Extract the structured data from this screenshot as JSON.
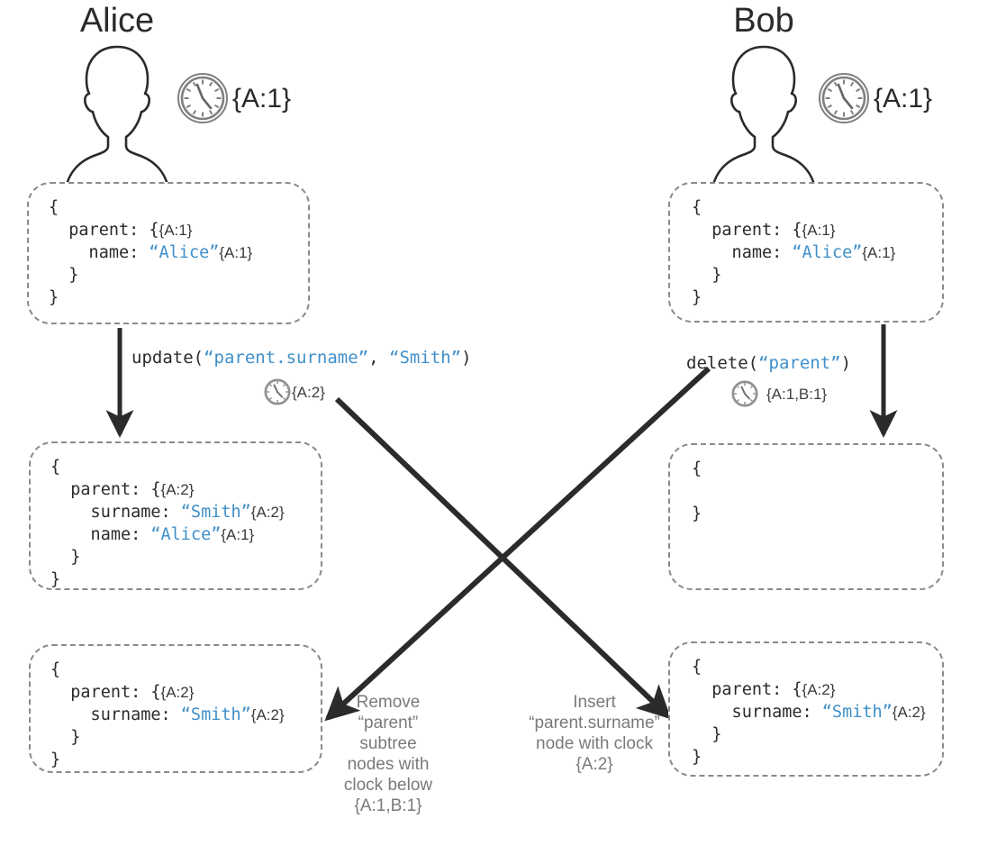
{
  "diagram": {
    "title_alice": "Alice",
    "title_bob": "Bob",
    "colors": {
      "string_blue": "#3f8fc9",
      "box_dash": "#8a8a8a",
      "arrow": "#2b2b2b",
      "annotation_gray": "#7a7a7a",
      "clock_gray": "#808080"
    }
  },
  "alice": {
    "name": "Alice",
    "clock_icon": "clock-icon",
    "clock": "{A:1}",
    "box1": {
      "lines": [
        {
          "indent": 0,
          "text": "{",
          "value": "",
          "clock": ""
        },
        {
          "indent": 1,
          "text": "parent: {",
          "value": "",
          "clock": "{A:1}"
        },
        {
          "indent": 2,
          "text": "name: ",
          "value": "“Alice”",
          "clock": "{A:1}"
        },
        {
          "indent": 1,
          "text": "}",
          "value": "",
          "clock": ""
        },
        {
          "indent": 0,
          "text": "}",
          "value": "",
          "clock": ""
        }
      ]
    },
    "operation": {
      "fn": "update(",
      "arg1": "“parent.surname”",
      "sep": ", ",
      "arg2": "“Smith”",
      "close": ")",
      "clock_icon": "clock-icon",
      "clock": "{A:2}"
    },
    "box2": {
      "lines": [
        {
          "indent": 0,
          "text": "{",
          "value": "",
          "clock": ""
        },
        {
          "indent": 1,
          "text": "parent: {",
          "value": "",
          "clock": "{A:2}"
        },
        {
          "indent": 2,
          "text": "surname: ",
          "value": "“Smith”",
          "clock": "{A:2}"
        },
        {
          "indent": 2,
          "text": "name: ",
          "value": "“Alice”",
          "clock": "{A:1}"
        },
        {
          "indent": 1,
          "text": "}",
          "value": "",
          "clock": ""
        },
        {
          "indent": 0,
          "text": "}",
          "value": "",
          "clock": ""
        }
      ]
    },
    "box3": {
      "lines": [
        {
          "indent": 0,
          "text": "{",
          "value": "",
          "clock": ""
        },
        {
          "indent": 1,
          "text": "parent: {",
          "value": "",
          "clock": "{A:2}"
        },
        {
          "indent": 2,
          "text": "surname: ",
          "value": "“Smith”",
          "clock": "{A:2}"
        },
        {
          "indent": 1,
          "text": "}",
          "value": "",
          "clock": ""
        },
        {
          "indent": 0,
          "text": "}",
          "value": "",
          "clock": ""
        }
      ]
    }
  },
  "bob": {
    "name": "Bob",
    "clock_icon": "clock-icon",
    "clock": "{A:1}",
    "box1": {
      "lines": [
        {
          "indent": 0,
          "text": "{",
          "value": "",
          "clock": ""
        },
        {
          "indent": 1,
          "text": "parent: {",
          "value": "",
          "clock": "{A:1}"
        },
        {
          "indent": 2,
          "text": "name: ",
          "value": "“Alice”",
          "clock": "{A:1}"
        },
        {
          "indent": 1,
          "text": "}",
          "value": "",
          "clock": ""
        },
        {
          "indent": 0,
          "text": "}",
          "value": "",
          "clock": ""
        }
      ]
    },
    "operation": {
      "fn": "delete(",
      "arg1": "“parent”",
      "sep": "",
      "arg2": "",
      "close": ")",
      "clock_icon": "clock-icon",
      "clock": "{A:1,B:1}"
    },
    "box2": {
      "lines": [
        {
          "indent": 0,
          "text": "{",
          "value": "",
          "clock": ""
        },
        {
          "indent": 0,
          "text": "",
          "value": "",
          "clock": ""
        },
        {
          "indent": 0,
          "text": "}",
          "value": "",
          "clock": ""
        }
      ]
    },
    "box3": {
      "lines": [
        {
          "indent": 0,
          "text": "{",
          "value": "",
          "clock": ""
        },
        {
          "indent": 1,
          "text": "parent: {",
          "value": "",
          "clock": "{A:2}"
        },
        {
          "indent": 2,
          "text": "surname: ",
          "value": "“Smith”",
          "clock": "{A:2}"
        },
        {
          "indent": 1,
          "text": "}",
          "value": "",
          "clock": ""
        },
        {
          "indent": 0,
          "text": "}",
          "value": "",
          "clock": ""
        }
      ]
    }
  },
  "annotations": {
    "remove": "Remove\n“parent”\nsubtree\nnodes with\nclock below\n{A:1,B:1}",
    "insert": "Insert\n“parent.surname”\nnode with clock\n{A:2}"
  }
}
